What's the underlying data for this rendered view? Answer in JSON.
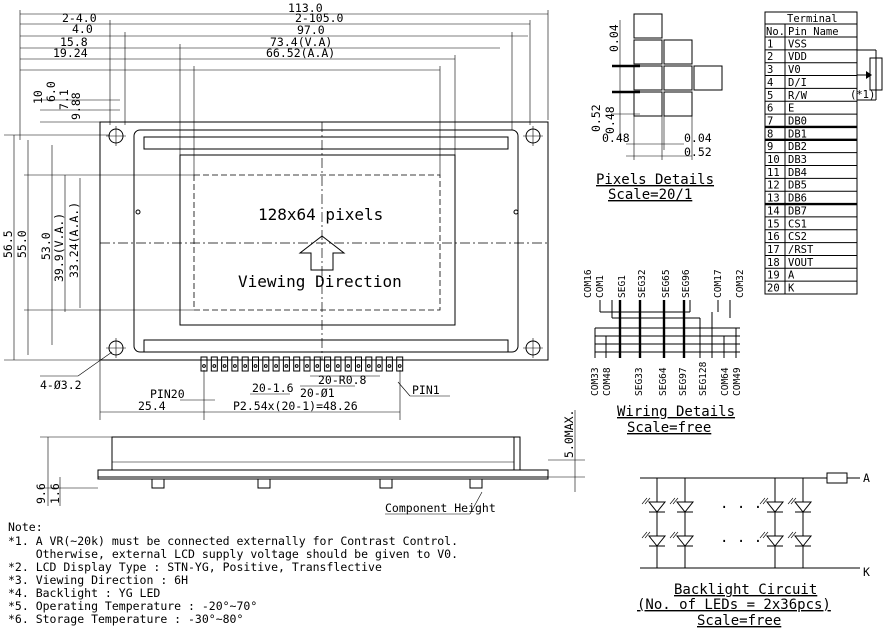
{
  "dimensions": {
    "top": [
      "113.0",
      "2-105.0",
      "2-4.0",
      "4.0",
      "97.0",
      "15.8",
      "73.4(V.A)",
      "19.24",
      "66.52(A.A)"
    ],
    "left": [
      "10",
      "6.0",
      "7.1",
      "9.88",
      "56.5",
      "55.0",
      "53.0",
      "39.9(V.A.)",
      "33.24(A.A.)"
    ],
    "bottom": [
      "4-Ø3.2",
      "PIN20",
      "20-1.6",
      "20-Ø1",
      "20-R0.8",
      "PIN1",
      "25.4",
      "P2.54x(20-1)=48.26"
    ]
  },
  "display": {
    "resolution": "128x64 pixels",
    "viewing": "Viewing Direction"
  },
  "side_view": {
    "max": "5.0MAX.",
    "h1": "9.6",
    "h2": "1.6",
    "component_height": "Component Height"
  },
  "pixels": {
    "d1": "0.04",
    "d2": "0.52",
    "d3": "0.48",
    "d4": "0.48",
    "d5": "0.04",
    "d6": "0.52",
    "title": "Pixels Details",
    "scale": "Scale=20/1"
  },
  "terminal": {
    "title": "Terminal",
    "col_no": "No.",
    "col_name": "Pin Name",
    "note": "(*1)",
    "rows": [
      {
        "no": "1",
        "name": "VSS"
      },
      {
        "no": "2",
        "name": "VDD"
      },
      {
        "no": "3",
        "name": "V0"
      },
      {
        "no": "4",
        "name": "D/I"
      },
      {
        "no": "5",
        "name": "R/W"
      },
      {
        "no": "6",
        "name": "E"
      },
      {
        "no": "7",
        "name": "DB0"
      },
      {
        "no": "8",
        "name": "DB1"
      },
      {
        "no": "9",
        "name": "DB2"
      },
      {
        "no": "10",
        "name": "DB3"
      },
      {
        "no": "11",
        "name": "DB4"
      },
      {
        "no": "12",
        "name": "DB5"
      },
      {
        "no": "13",
        "name": "DB6"
      },
      {
        "no": "14",
        "name": "DB7"
      },
      {
        "no": "15",
        "name": "CS1"
      },
      {
        "no": "16",
        "name": "CS2"
      },
      {
        "no": "17",
        "name": "/RST"
      },
      {
        "no": "18",
        "name": "VOUT"
      },
      {
        "no": "19",
        "name": "A"
      },
      {
        "no": "20",
        "name": "K"
      }
    ]
  },
  "wiring": {
    "top_labels": [
      "COM16",
      "COM1",
      "SEG1",
      "SEG32",
      "SEG65",
      "SEG96",
      "COM17",
      "COM32"
    ],
    "bottom_labels": [
      "COM33",
      "COM48",
      "SEG33",
      "SEG64",
      "SEG97",
      "SEG128",
      "COM64",
      "COM49"
    ],
    "title": "Wiring Details",
    "scale": "Scale=free"
  },
  "backlight": {
    "anode": "A",
    "cathode": "K",
    "title": "Backlight Circuit",
    "count": "(No. of LEDs = 2x36pcs)",
    "scale": "Scale=free"
  },
  "notes": {
    "heading": "Note:",
    "lines": [
      "*1. A VR(~20k) must be connected externally for Contrast Control.",
      "    Otherwise, external LCD supply voltage should be given to V0.",
      "*2. LCD Display Type : STN-YG, Positive, Transflective",
      "*3. Viewing Direction : 6H",
      "*4. Backlight : YG LED",
      "*5. Operating Temperature : -20°~70°",
      "*6. Storage Temperature : -30°~80°"
    ]
  }
}
